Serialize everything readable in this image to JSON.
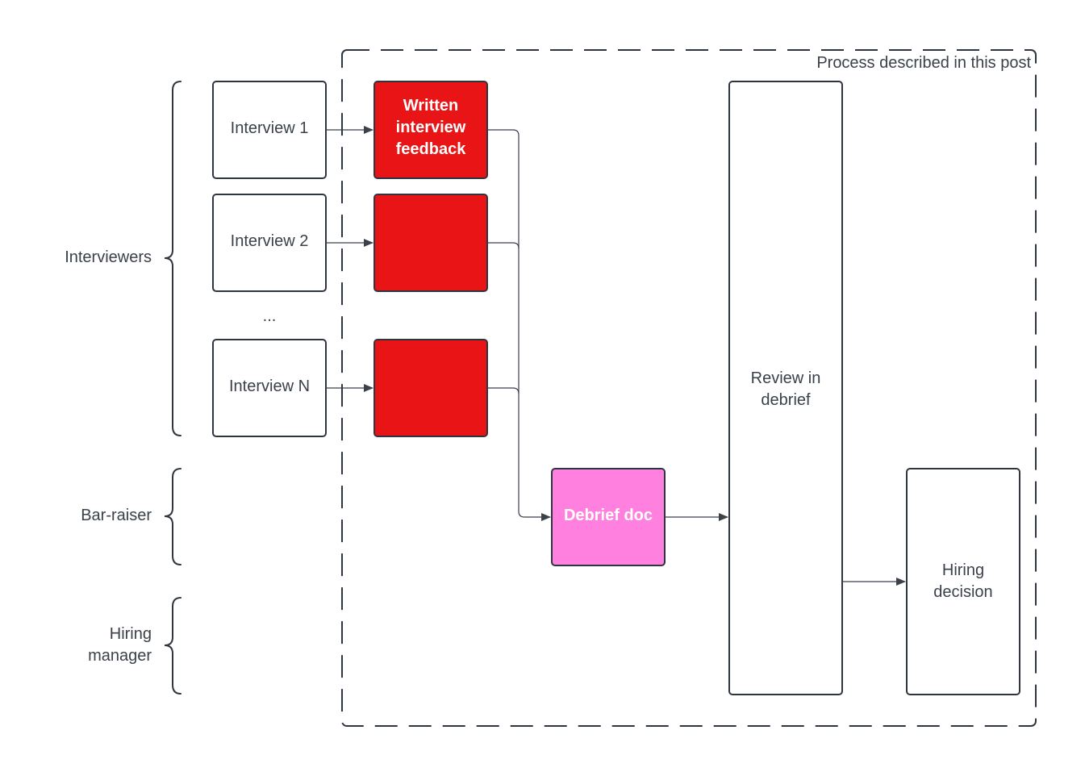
{
  "frame": {
    "label": "Process described in this post"
  },
  "groups": {
    "interviewers": [
      "Interviewers"
    ],
    "bar_raiser": [
      "Bar-raiser"
    ],
    "hiring_manager": [
      "Hiring",
      "manager"
    ]
  },
  "interviews": {
    "first": [
      "Interview 1"
    ],
    "second": [
      "Interview 2"
    ],
    "ellipsis": [
      "..."
    ],
    "last": [
      "Interview N"
    ]
  },
  "feedback": {
    "label": [
      "Written",
      "interview",
      "feedback"
    ]
  },
  "debrief_doc": {
    "label": [
      "Debrief doc"
    ]
  },
  "review": {
    "label": [
      "Review in",
      "debrief"
    ]
  },
  "decision": {
    "label": [
      "Hiring",
      "decision"
    ]
  },
  "colors": {
    "feedback_fill": "#e81416",
    "debrief_fill": "#ff80df",
    "stroke": "#2f3540",
    "text": "#3a414a"
  }
}
